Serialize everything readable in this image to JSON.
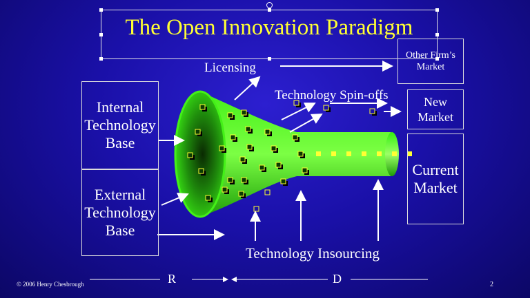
{
  "slide": {
    "title": "The Open Innovation Paradigm",
    "boxes": {
      "internal": "Internal Technology Base",
      "external": "External Technology Base",
      "other_market": "Other Firm’s Market",
      "new_market": "New Market",
      "current_market": "Current Market"
    },
    "labels": {
      "licensing": "Licensing",
      "spinoffs": "Technology Spin-offs",
      "insourcing": "Technology Insourcing"
    },
    "axis": {
      "r": "R",
      "d": "D"
    },
    "footer": {
      "copyright": "© 2006 Henry Chesbrough",
      "page": "2"
    }
  },
  "colors": {
    "title": "#ffff33",
    "funnel": "#33ee11",
    "background": "#1a10a8"
  }
}
